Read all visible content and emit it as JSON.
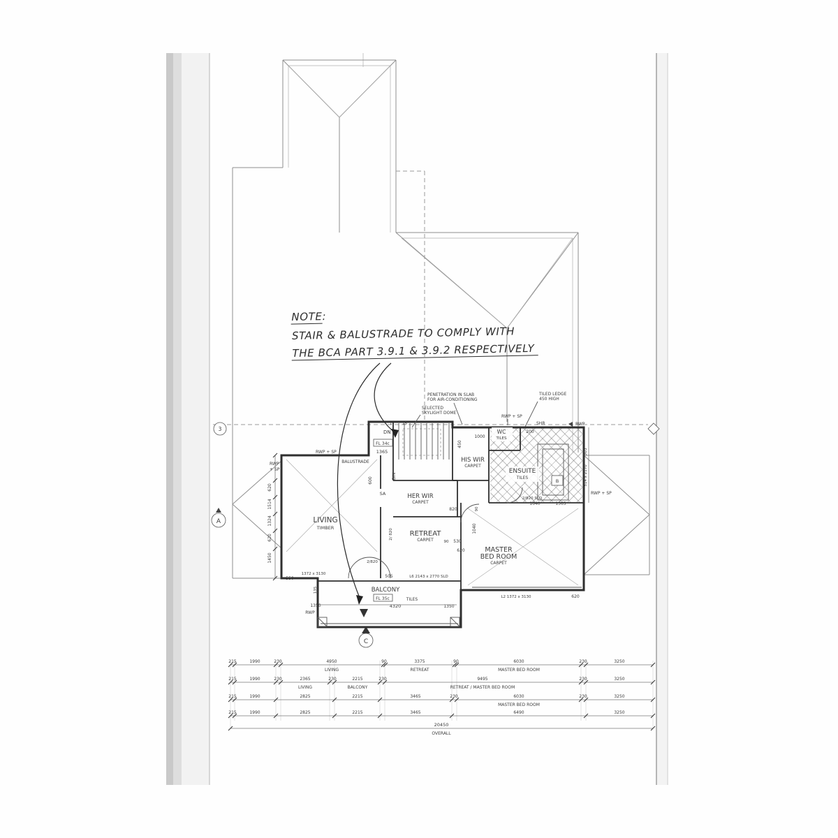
{
  "note": {
    "heading": "NOTE:",
    "line1": "STAIR & BALUSTRADE TO COMPLY WITH",
    "line2": "THE BCA PART 3.9.1 & 3.9.2 RESPECTIVELY"
  },
  "rooms": {
    "living": {
      "name": "LIVING",
      "finish": "TIMBER"
    },
    "her_wir": {
      "name": "HER WIR",
      "finish": "CARPET"
    },
    "his_wir": {
      "name": "HIS WIR",
      "finish": "CARPET"
    },
    "retreat": {
      "name": "RETREAT",
      "finish": "CARPET"
    },
    "master": {
      "name_line1": "MASTER",
      "name_line2": "BED ROOM",
      "finish": "CARPET"
    },
    "ensuite": {
      "name": "ENSUITE",
      "finish": "TILES"
    },
    "wc": {
      "name": "WC",
      "finish": "TILES"
    },
    "balcony": {
      "name": "BALCONY",
      "finish": "TILES",
      "level": "FL 35c"
    }
  },
  "levels": {
    "stair": "FL 34c"
  },
  "callouts": {
    "penetration_line1": "PENETRATION IN SLAB",
    "penetration_line2": "FOR AIR-CONDITIONING",
    "skylight_line1": "SELECTED",
    "skylight_line2": "SKYLIGHT DOME",
    "ledge_line1": "TILED LEDGE",
    "ledge_line2": "450 HIGH",
    "rwp_sp": "RWP + SP",
    "rwp": "RWP",
    "sp": "+ SP",
    "shr": "SHR",
    "sa": "SA",
    "dn": "DN",
    "bin": "BIN",
    "balustrade": "BALUSTRADE",
    "stair_risers_a": "17",
    "stair_risers_b": "15",
    "bath": "B"
  },
  "plan_dims": {
    "v1365": "1365",
    "v600": "600",
    "v820": "820",
    "v90": "90",
    "v530": "530",
    "v620": "620",
    "v1040": "1040",
    "v1640": "1640",
    "v1000": "1000",
    "v450": "450",
    "v200": "200",
    "v505": "505",
    "v514x2170": "514 x 2170",
    "door2_820sld": "2/820 SLD",
    "door2_820": "2/ 820",
    "door2_820b": "2/820",
    "l6": "L6 2143 x 2770 SLD",
    "l2": "L2 1372 x 3130",
    "v1372x3130": "1372 x 3130",
    "v550": "550",
    "v4320": "4320",
    "v1350": "1350",
    "v135": "135"
  },
  "left_dims": [
    "620",
    "1514",
    "1324",
    "620",
    "1450"
  ],
  "markers": {
    "section_3": "3",
    "section_a": "A",
    "section_c": "C"
  },
  "dim_table": {
    "rows": [
      {
        "cells": [
          "215",
          "1990",
          "230",
          "4950",
          "90",
          "3375",
          "90",
          "6030",
          "230",
          "3250"
        ],
        "labels": [
          "LIVING",
          "RETREAT",
          "MASTER BED ROOM"
        ]
      },
      {
        "cells": [
          "215",
          "1990",
          "230",
          "2365",
          "230",
          "2215",
          "230",
          "9495",
          "230",
          "3250"
        ],
        "labels": [
          "LIVING",
          "BALCONY",
          "RETREAT / MASTER BED ROOM"
        ]
      },
      {
        "cells": [
          "215",
          "1990",
          "2825",
          "2215",
          "3465",
          "230",
          "6030",
          "230",
          "3250"
        ],
        "labels": [
          "MASTER BED ROOM"
        ]
      },
      {
        "cells": [
          "215",
          "1990",
          "2825",
          "2215",
          "3465",
          "6490",
          "3250"
        ],
        "labels": []
      }
    ],
    "overall_value": "20450",
    "overall_label": "OVERALL"
  }
}
